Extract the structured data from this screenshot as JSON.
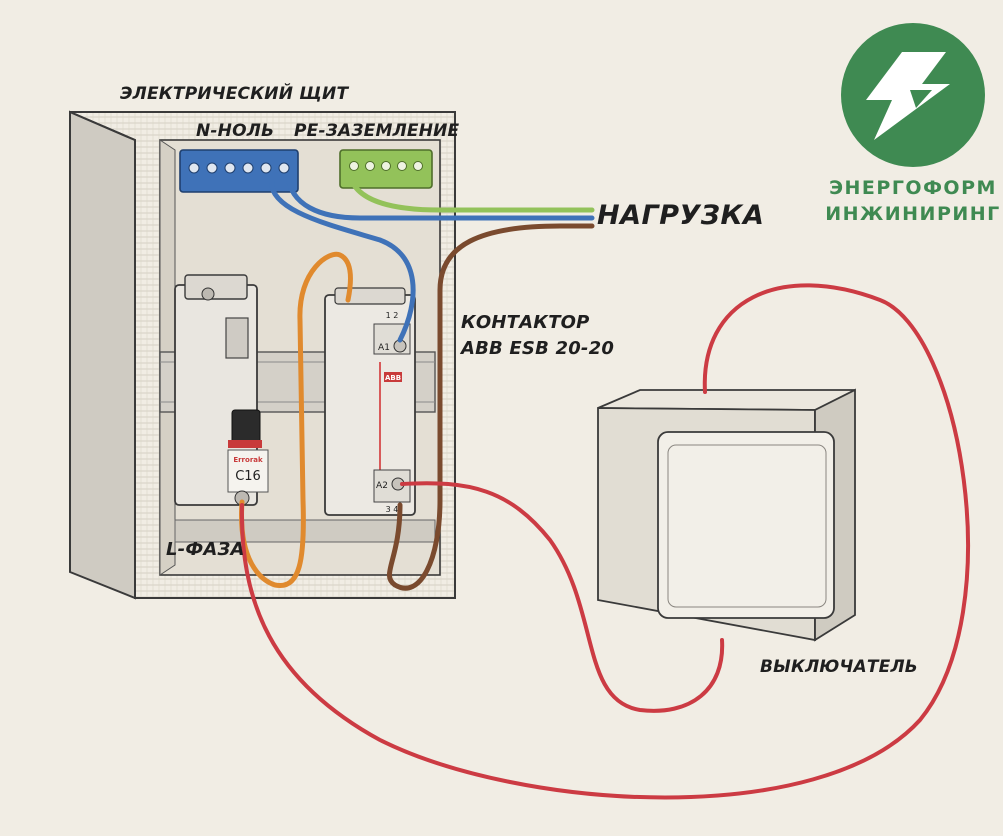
{
  "labels": {
    "panel": "ЭЛЕКТРИЧЕСКИЙ ЩИТ",
    "neutral": "N-НОЛЬ",
    "ground": "PE-ЗАЗЕМЛЕНИЕ",
    "load": "НАГРУЗКА",
    "contactor_line1": "КОНТАКТОР",
    "contactor_line2": "ABB ESB 20-20",
    "phase": "L-ФАЗА",
    "switch": "ВЫКЛЮЧАТЕЛЬ"
  },
  "breaker": {
    "brand": "Errorak",
    "rating": "C16"
  },
  "contactor": {
    "terminal_a1": "A1",
    "terminal_a2": "A2",
    "brand": "ABB",
    "pins_top": "1 2",
    "pins_bottom": "3 4"
  },
  "brand": {
    "line1": "ЭНЕРГОФОРМ",
    "line2": "ИНЖИНИРИНГ"
  },
  "colors": {
    "neutral_blue": "#3f72b8",
    "ground_green": "#93c25a",
    "brown": "#7a4a2e",
    "orange": "#e08a2e",
    "phase_red": "#cc3b43",
    "logo_green": "#3f8a52"
  }
}
